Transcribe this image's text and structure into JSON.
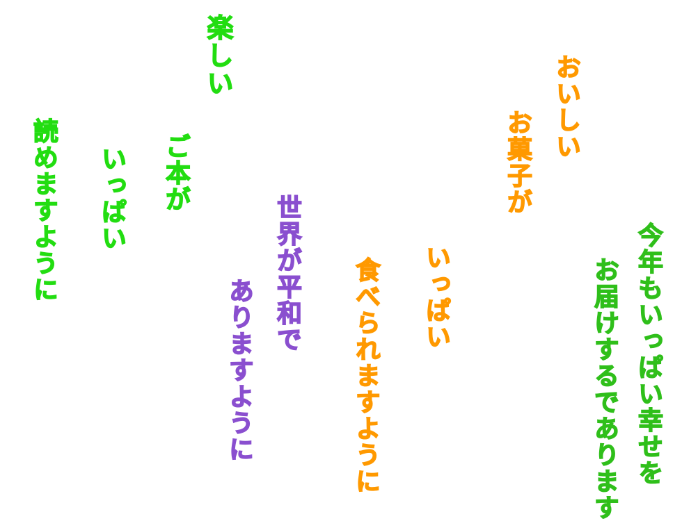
{
  "lines": {
    "tanoshii": "楽しい",
    "yomemasu": "読めますように",
    "ippai_1": "いっぱい",
    "gohon": "ご本が",
    "sekai": "世界が平和で",
    "arimasu": "ありますように",
    "taberare": "食べられますように",
    "ippai_2": "いっぱい",
    "okashi": "お菓子が",
    "oishii": "おいしい",
    "kotoshi": "今年もいっぱい幸せを",
    "otodoke": "お届けするであります"
  },
  "colors": {
    "green": "#22dd11",
    "orange": "#ff9900",
    "purple": "#8a4fcf",
    "dark_green": "#2fbf1a",
    "background": "#ffffff"
  }
}
